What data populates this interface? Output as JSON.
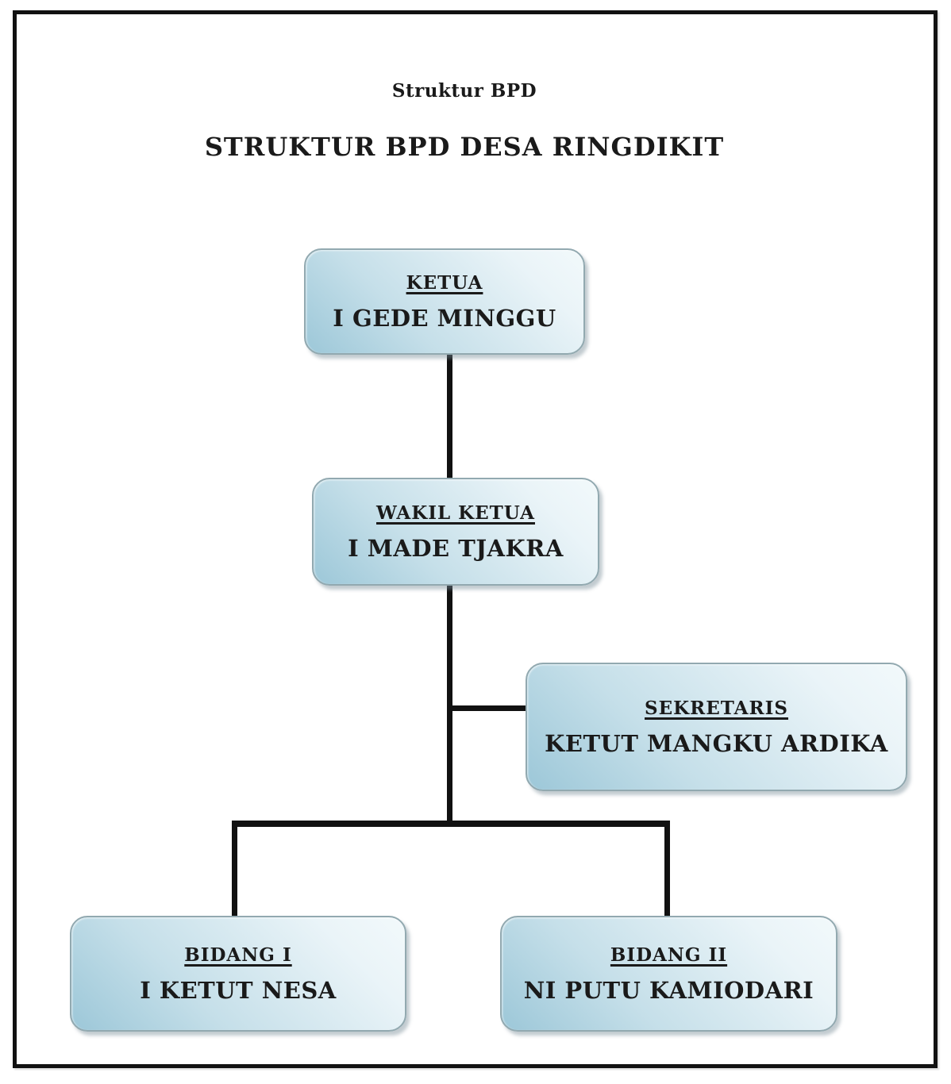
{
  "page": {
    "subtitle": "Struktur BPD",
    "title": "STRUKTUR BPD DESA RINGDIKIT"
  },
  "org_chart": {
    "type": "organizational-chart",
    "nodes": [
      {
        "id": "ketua",
        "role": "KETUA",
        "name": "I GEDE MINGGU"
      },
      {
        "id": "wakil-ketua",
        "role": "WAKIL KETUA",
        "name": "I MADE TJAKRA"
      },
      {
        "id": "sekretaris",
        "role": "SEKRETARIS",
        "name": "KETUT MANGKU ARDIKA"
      },
      {
        "id": "bidang-1",
        "role": "BIDANG I",
        "name": "I KETUT NESA"
      },
      {
        "id": "bidang-2",
        "role": "BIDANG II",
        "name": "NI PUTU KAMIODARI"
      }
    ],
    "edges": [
      {
        "from": "ketua",
        "to": "wakil-ketua"
      },
      {
        "from": "wakil-ketua",
        "to": "sekretaris"
      },
      {
        "from": "wakil-ketua",
        "to": "bidang-1"
      },
      {
        "from": "wakil-ketua",
        "to": "bidang-2"
      }
    ]
  },
  "colors": {
    "background": "#ffffff",
    "page_border": "#111111",
    "connector": "#111111",
    "text": "#1a1a1a",
    "box_border": "#92a9b0",
    "box_gradient_start": "#9cc7d8",
    "box_gradient_end": "#eaf4f8"
  }
}
